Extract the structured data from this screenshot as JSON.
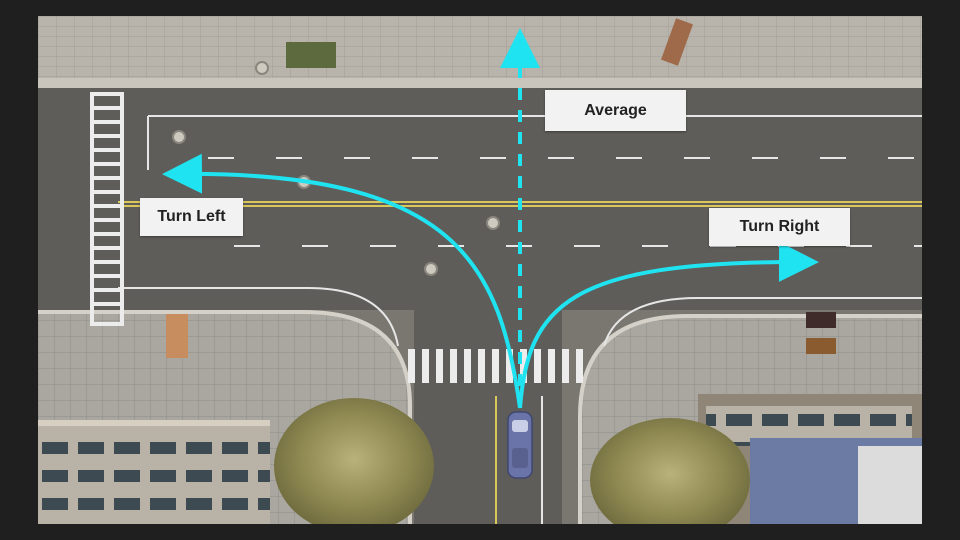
{
  "figure": {
    "labels": {
      "average": "Average",
      "turn_left": "Turn Left",
      "turn_right": "Turn Right"
    },
    "colors": {
      "frame": "#1f1f1f",
      "trajectory": "#1fe3f0",
      "road": "#5f5d59",
      "sidewalk": "#a9a6a0",
      "label_box": "#f2f2f2"
    },
    "trajectories": [
      {
        "name": "turn-left",
        "style": "solid"
      },
      {
        "name": "turn-right",
        "style": "solid"
      },
      {
        "name": "average",
        "style": "dashed"
      }
    ],
    "vehicle": {
      "icon": "car-icon",
      "color": "#6a74a8"
    }
  }
}
